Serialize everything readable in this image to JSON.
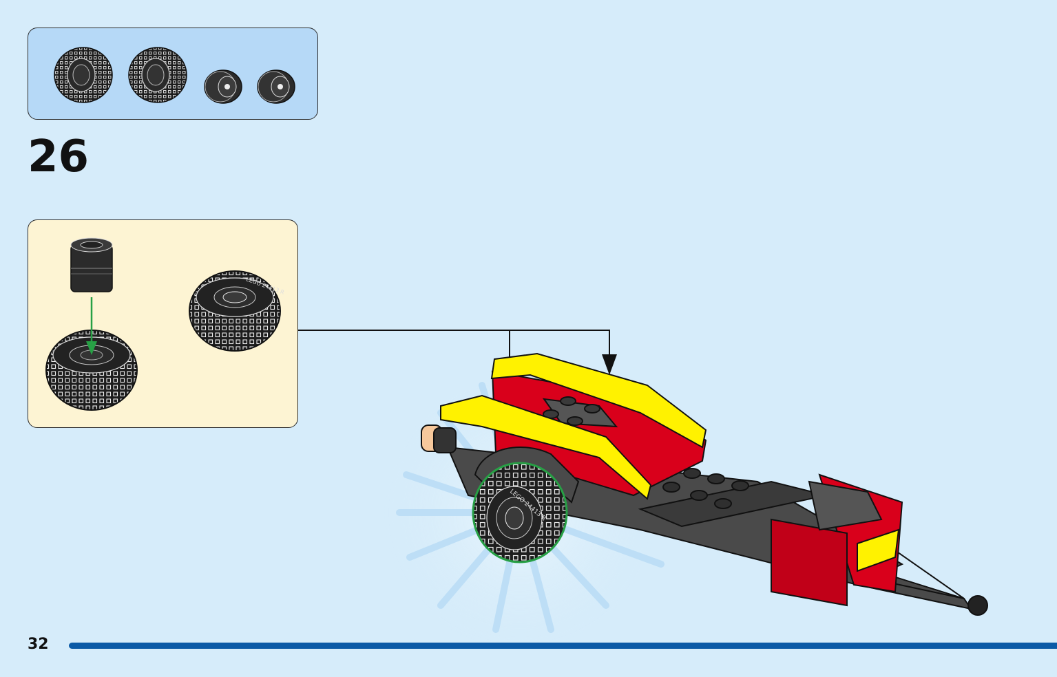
{
  "step": {
    "number": "26"
  },
  "page": {
    "number": "32"
  },
  "parts_list": {
    "items": [
      {
        "name": "tire-icon"
      },
      {
        "name": "tire-icon"
      },
      {
        "name": "wheel-rim-icon"
      },
      {
        "name": "wheel-rim-icon"
      }
    ]
  },
  "callout": {
    "tire_text": "LEGO 24413 R"
  },
  "colors": {
    "background": "#d6ecfa",
    "parts_box": "#b6d9f7",
    "callout_box": "#fdf4d3",
    "brick_yellow": "#fff200",
    "brick_red": "#d9001b",
    "brick_dark": "#4a4a4a",
    "arrow_green": "#27a045",
    "footer_bar": "#0b5aa6"
  }
}
